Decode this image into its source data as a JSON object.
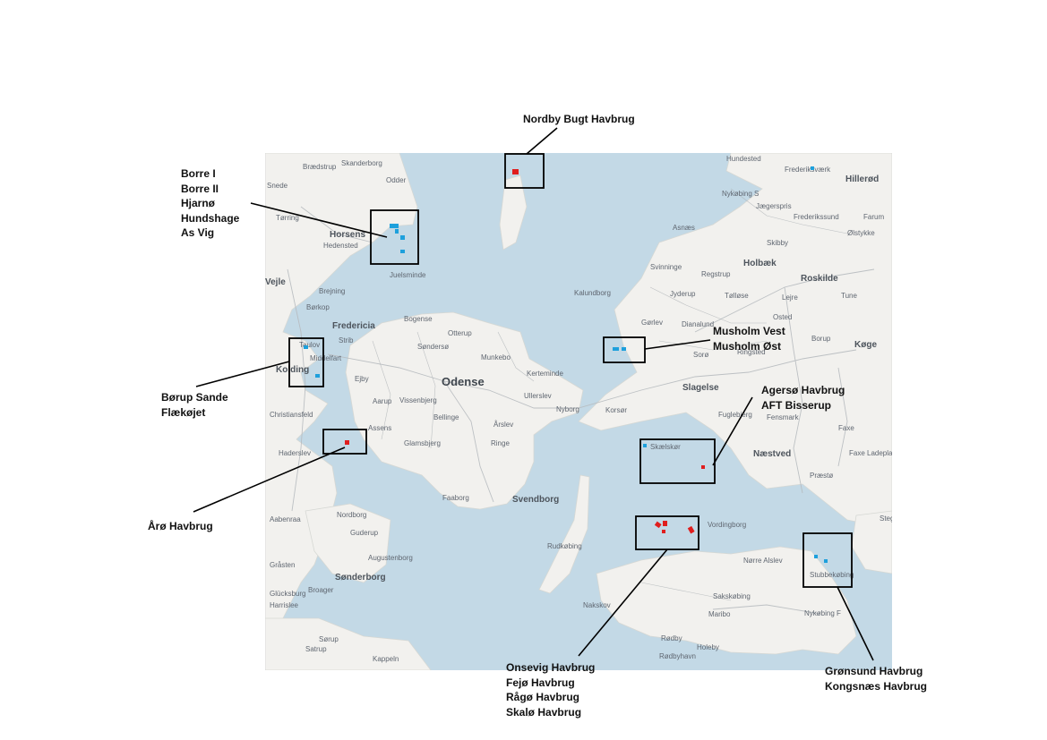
{
  "map": {
    "place_labels": [
      {
        "text": "Skanderborg",
        "cls": "maplabel"
      },
      {
        "text": "Brædstrup",
        "cls": "maplabel"
      },
      {
        "text": "Odder",
        "cls": "maplabel"
      },
      {
        "text": "Snede",
        "cls": "maplabel"
      },
      {
        "text": "Horsens",
        "cls": "maplabel city"
      },
      {
        "text": "Hedensted",
        "cls": "maplabel"
      },
      {
        "text": "Juelsminde",
        "cls": "maplabel"
      },
      {
        "text": "Tørring",
        "cls": "maplabel"
      },
      {
        "text": "Vejle",
        "cls": "maplabel city"
      },
      {
        "text": "Brejning",
        "cls": "maplabel"
      },
      {
        "text": "Børkop",
        "cls": "maplabel"
      },
      {
        "text": "Fredericia",
        "cls": "maplabel city"
      },
      {
        "text": "Taulov",
        "cls": "maplabel"
      },
      {
        "text": "Strib",
        "cls": "maplabel"
      },
      {
        "text": "Middelfart",
        "cls": "maplabel"
      },
      {
        "text": "Kolding",
        "cls": "maplabel city"
      },
      {
        "text": "Ejby",
        "cls": "maplabel"
      },
      {
        "text": "Christiansfeld",
        "cls": "maplabel"
      },
      {
        "text": "Bogense",
        "cls": "maplabel"
      },
      {
        "text": "Otterup",
        "cls": "maplabel"
      },
      {
        "text": "Søndersø",
        "cls": "maplabel"
      },
      {
        "text": "Munkebo",
        "cls": "maplabel"
      },
      {
        "text": "Odense",
        "cls": "maplabel bigcity"
      },
      {
        "text": "Kerteminde",
        "cls": "maplabel"
      },
      {
        "text": "Aarup",
        "cls": "maplabel"
      },
      {
        "text": "Vissenbjerg",
        "cls": "maplabel"
      },
      {
        "text": "Ullerslev",
        "cls": "maplabel"
      },
      {
        "text": "Nyborg",
        "cls": "maplabel"
      },
      {
        "text": "Korsør",
        "cls": "maplabel"
      },
      {
        "text": "Assens",
        "cls": "maplabel"
      },
      {
        "text": "Bellinge",
        "cls": "maplabel"
      },
      {
        "text": "Årslev",
        "cls": "maplabel"
      },
      {
        "text": "Glamsbjerg",
        "cls": "maplabel"
      },
      {
        "text": "Ringe",
        "cls": "maplabel"
      },
      {
        "text": "Haderslev",
        "cls": "maplabel"
      },
      {
        "text": "Faaborg",
        "cls": "maplabel"
      },
      {
        "text": "Svendborg",
        "cls": "maplabel city"
      },
      {
        "text": "Aabenraa",
        "cls": "maplabel"
      },
      {
        "text": "Nordborg",
        "cls": "maplabel"
      },
      {
        "text": "Guderup",
        "cls": "maplabel"
      },
      {
        "text": "Augustenborg",
        "cls": "maplabel"
      },
      {
        "text": "Rudkøbing",
        "cls": "maplabel"
      },
      {
        "text": "Gråsten",
        "cls": "maplabel"
      },
      {
        "text": "Sønderborg",
        "cls": "maplabel city"
      },
      {
        "text": "Broager",
        "cls": "maplabel"
      },
      {
        "text": "Glücksburg",
        "cls": "maplabel"
      },
      {
        "text": "Harrislee",
        "cls": "maplabel"
      },
      {
        "text": "Satrup",
        "cls": "maplabel"
      },
      {
        "text": "Sørup",
        "cls": "maplabel"
      },
      {
        "text": "Kappeln",
        "cls": "maplabel"
      },
      {
        "text": "Hundested",
        "cls": "maplabel"
      },
      {
        "text": "Frederiksværk",
        "cls": "maplabel"
      },
      {
        "text": "Hillerød",
        "cls": "maplabel city"
      },
      {
        "text": "Nykøbing S",
        "cls": "maplabel"
      },
      {
        "text": "Jægerspris",
        "cls": "maplabel"
      },
      {
        "text": "Frederikssund",
        "cls": "maplabel"
      },
      {
        "text": "Farum",
        "cls": "maplabel"
      },
      {
        "text": "Asnæs",
        "cls": "maplabel"
      },
      {
        "text": "Skibby",
        "cls": "maplabel"
      },
      {
        "text": "Ølstykke",
        "cls": "maplabel"
      },
      {
        "text": "Svinninge",
        "cls": "maplabel"
      },
      {
        "text": "Regstrup",
        "cls": "maplabel"
      },
      {
        "text": "Holbæk",
        "cls": "maplabel city"
      },
      {
        "text": "Roskilde",
        "cls": "maplabel city"
      },
      {
        "text": "Kalundborg",
        "cls": "maplabel"
      },
      {
        "text": "Jyderup",
        "cls": "maplabel"
      },
      {
        "text": "Tølløse",
        "cls": "maplabel"
      },
      {
        "text": "Lejre",
        "cls": "maplabel"
      },
      {
        "text": "Tune",
        "cls": "maplabel"
      },
      {
        "text": "Gørlev",
        "cls": "maplabel"
      },
      {
        "text": "Dianalund",
        "cls": "maplabel"
      },
      {
        "text": "Osted",
        "cls": "maplabel"
      },
      {
        "text": "Ringsted",
        "cls": "maplabel"
      },
      {
        "text": "Sorø",
        "cls": "maplabel"
      },
      {
        "text": "Borup",
        "cls": "maplabel"
      },
      {
        "text": "Køge",
        "cls": "maplabel city"
      },
      {
        "text": "Slagelse",
        "cls": "maplabel city"
      },
      {
        "text": "Fuglebjerg",
        "cls": "maplabel"
      },
      {
        "text": "Fensmark",
        "cls": "maplabel"
      },
      {
        "text": "Faxe",
        "cls": "maplabel"
      },
      {
        "text": "Faxe Ladeplads",
        "cls": "maplabel"
      },
      {
        "text": "Skælskør",
        "cls": "maplabel"
      },
      {
        "text": "Næstved",
        "cls": "maplabel city"
      },
      {
        "text": "Præstø",
        "cls": "maplabel"
      },
      {
        "text": "Vordingborg",
        "cls": "maplabel"
      },
      {
        "text": "Stege",
        "cls": "maplabel"
      },
      {
        "text": "Nørre Alslev",
        "cls": "maplabel"
      },
      {
        "text": "Stubbekøbing",
        "cls": "maplabel"
      },
      {
        "text": "Sakskøbing",
        "cls": "maplabel"
      },
      {
        "text": "Nakskov",
        "cls": "maplabel"
      },
      {
        "text": "Maribo",
        "cls": "maplabel"
      },
      {
        "text": "Nykøbing F",
        "cls": "maplabel"
      },
      {
        "text": "Holeby",
        "cls": "maplabel"
      },
      {
        "text": "Rødby",
        "cls": "maplabel"
      },
      {
        "text": "Rødbyhavn",
        "cls": "maplabel"
      }
    ]
  },
  "callouts": {
    "nordby": [
      "Nordby Bugt Havbrug"
    ],
    "horsens": [
      "Borre I",
      "Borre II",
      "Hjarnø",
      "Hundshage",
      "As Vig"
    ],
    "kolding": [
      "Børup Sande",
      "Flækøjet"
    ],
    "aaroe": [
      "Årø Havbrug"
    ],
    "musholm": [
      "Musholm Vest",
      "Musholm Øst"
    ],
    "agersoe": [
      "Agersø Havbrug",
      "AFT Bisserup"
    ],
    "onsevig": [
      "Onsevig Havbrug",
      "Fejø Havbrug",
      "Rågø Havbrug",
      "Skalø Havbrug"
    ],
    "groensund": [
      "Grønsund Havbrug",
      "Kongsnæs Havbrug"
    ]
  },
  "legend_colors": {
    "sea": "#c3d9e6",
    "land": "#f2f1ee",
    "farm_blue": "#1ea0dc",
    "farm_red": "#e01e1e"
  }
}
